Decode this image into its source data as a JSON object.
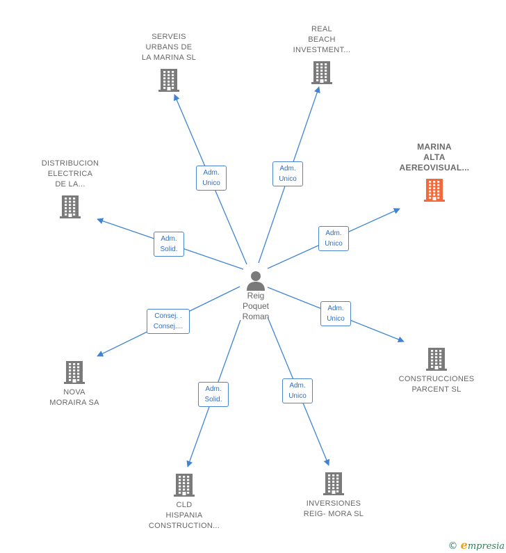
{
  "colors": {
    "line": "#3f84d4",
    "building": "#7a7a7a",
    "highlight": "#f26a3b",
    "person": "#7a7a7a"
  },
  "center": {
    "name_lines": [
      "Reig",
      "Poquet",
      "Roman"
    ],
    "icon": "person-icon"
  },
  "companies": [
    {
      "id": "serveis",
      "lines": [
        "SERVEIS",
        "URBANS DE",
        "LA MARINA  SL"
      ],
      "highlight": false
    },
    {
      "id": "real",
      "lines": [
        "REAL",
        "BEACH",
        "INVESTMENT..."
      ],
      "highlight": false
    },
    {
      "id": "marina",
      "lines": [
        "MARINA",
        "ALTA",
        "AEREOVISUAL..."
      ],
      "highlight": true
    },
    {
      "id": "distribucion",
      "lines": [
        "DISTRIBUCION",
        "ELECTRICA",
        "DE LA..."
      ],
      "highlight": false
    },
    {
      "id": "construcciones",
      "lines": [
        "CONSTRUCCIONES",
        "PARCENT  SL"
      ],
      "highlight": false
    },
    {
      "id": "nova",
      "lines": [
        "NOVA",
        "MORAIRA SA"
      ],
      "highlight": false
    },
    {
      "id": "cld",
      "lines": [
        "CLD",
        "HISPANIA",
        "CONSTRUCTION..."
      ],
      "highlight": false
    },
    {
      "id": "inversiones",
      "lines": [
        "INVERSIONES",
        "REIG- MORA SL"
      ],
      "highlight": false
    }
  ],
  "roles": [
    {
      "id": "serveis",
      "lines": [
        "Adm.",
        "Unico"
      ]
    },
    {
      "id": "real",
      "lines": [
        "Adm.",
        "Unico"
      ]
    },
    {
      "id": "marina",
      "lines": [
        "Adm.",
        "Unico"
      ]
    },
    {
      "id": "distribucion",
      "lines": [
        "Adm.",
        "Solid."
      ]
    },
    {
      "id": "construcciones",
      "lines": [
        "Adm.",
        "Unico"
      ]
    },
    {
      "id": "nova",
      "lines": [
        "Consej. .",
        "Consej...."
      ]
    },
    {
      "id": "cld",
      "lines": [
        "Adm.",
        "Solid."
      ]
    },
    {
      "id": "inversiones",
      "lines": [
        "Adm.",
        "Unico"
      ]
    }
  ],
  "footer": {
    "copyright": "©",
    "brand_initial": "e",
    "brand_rest": "mpresia"
  }
}
